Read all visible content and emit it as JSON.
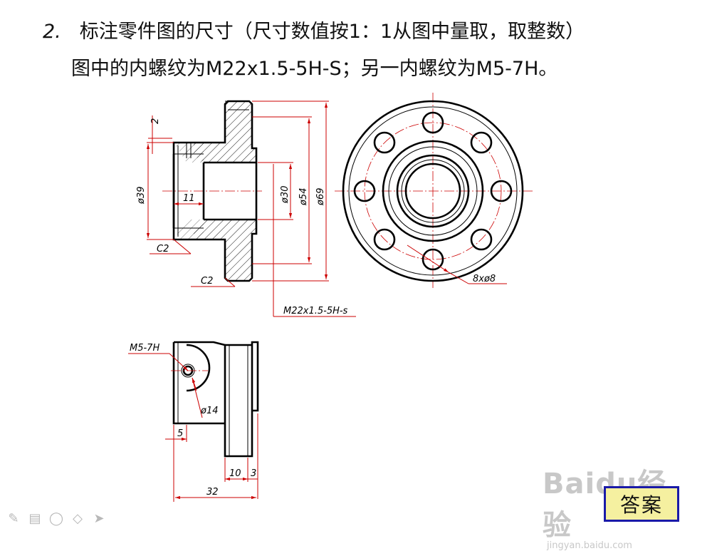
{
  "title": {
    "number": "2.",
    "line1": "标注零件图的尺寸（尺寸数值按1：1从图中量取，取整数）",
    "line2": "图中的内螺纹为M22x1.5-5H-S；另一内螺纹为M5-7H。"
  },
  "dimensions": {
    "d2": "2",
    "d39": "ø39",
    "d11": "11",
    "d30": "ø30",
    "d54": "ø54",
    "d69": "ø69",
    "c2_a": "C2",
    "c2_b": "C2",
    "thread_main": "M22x1.5-5H-s",
    "holes": "8xø8",
    "m5": "M5-7H",
    "d14": "ø14",
    "d5": "5",
    "d10": "10",
    "d3": "3",
    "d32": "32"
  },
  "answer_button": "答案",
  "watermark": {
    "logo": "Baidu经验",
    "url": "jingyan.baidu.com"
  },
  "toolbar": [
    "pen-icon",
    "slide-icon",
    "ellipse-icon",
    "eraser-icon",
    "pointer-icon"
  ]
}
